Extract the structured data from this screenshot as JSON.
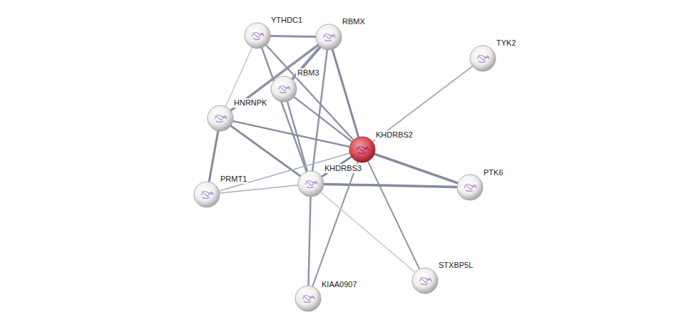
{
  "diagram": {
    "nodes": [
      {
        "text": [
          "YTHDC1"
        ]
      },
      {
        "text": [
          "RBMX"
        ]
      },
      {
        "text": [
          "TYK2"
        ]
      },
      {
        "text": [
          "RBM3"
        ]
      },
      {
        "text": [
          "HNRNPK"
        ]
      },
      {
        "text": [
          "KHDRBS2"
        ]
      },
      {
        "text": [
          "KHDRBS3"
        ]
      },
      {
        "text": [
          "PTK6"
        ]
      },
      {
        "text": [
          "PRMT1"
        ]
      },
      {
        "text": [
          "STXBP5L"
        ]
      },
      {
        "text": [
          "KIAA0907"
        ]
      }
    ],
    "edges": [
      {
        "from": 0,
        "to": 1,
        "arrow": "none"
      },
      {
        "from": 0,
        "to": 4,
        "arrow": "none"
      },
      {
        "from": 0,
        "to": 5,
        "arrow": "none"
      },
      {
        "from": 0,
        "to": 6,
        "arrow": "none"
      },
      {
        "from": 1,
        "to": 3,
        "arrow": "none"
      },
      {
        "from": 1,
        "to": 4,
        "arrow": "none"
      },
      {
        "from": 1,
        "to": 5,
        "arrow": "none"
      },
      {
        "from": 1,
        "to": 6,
        "arrow": "none"
      },
      {
        "from": 3,
        "to": 5,
        "arrow": "none"
      },
      {
        "from": 3,
        "to": 6,
        "arrow": "none"
      },
      {
        "from": 4,
        "to": 5,
        "arrow": "none"
      },
      {
        "from": 4,
        "to": 6,
        "arrow": "none"
      },
      {
        "from": 4,
        "to": 8,
        "arrow": "none"
      },
      {
        "from": 8,
        "to": 5,
        "arrow": "none"
      },
      {
        "from": 8,
        "to": 6,
        "arrow": "none"
      },
      {
        "from": 5,
        "to": 2,
        "arrow": "none"
      },
      {
        "from": 5,
        "to": 7,
        "arrow": "none"
      },
      {
        "from": 5,
        "to": 6,
        "arrow": "none"
      },
      {
        "from": 5,
        "to": 9,
        "arrow": "none"
      },
      {
        "from": 5,
        "to": 10,
        "arrow": "none"
      },
      {
        "from": 6,
        "to": 7,
        "arrow": "none"
      },
      {
        "from": 6,
        "to": 10,
        "arrow": "none"
      },
      {
        "from": 6,
        "to": 9,
        "arrow": "none"
      }
    ]
  }
}
